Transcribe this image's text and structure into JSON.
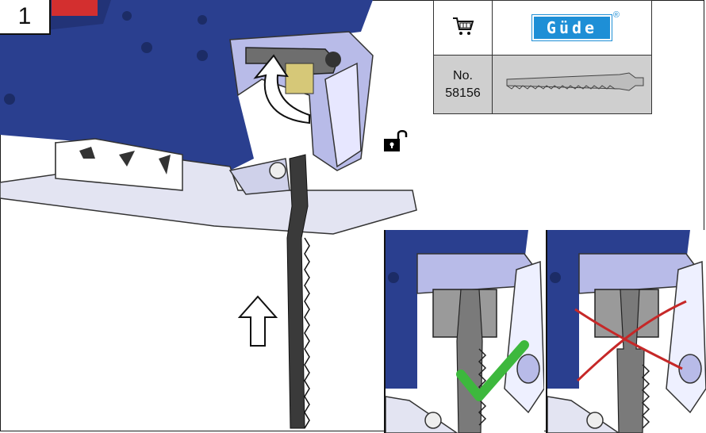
{
  "step": {
    "number": "1"
  },
  "info_table": {
    "cart_icon": "shopping-cart-icon",
    "brand_logo_text": "Güde",
    "registered_mark": "®",
    "no_label": "No.",
    "article_number": "58156"
  },
  "icons": {
    "lock": "unlocked-padlock-icon",
    "arrow": "outline-up-arrow-icon",
    "check": "green-check-icon",
    "cross": "red-cross-icon"
  },
  "colors": {
    "tool_blue": "#2a3f8f",
    "brand_blue": "#1e8fd6",
    "check_green": "#3db83d",
    "cross_red": "#c62828",
    "table_gray": "#cfcfcf"
  }
}
